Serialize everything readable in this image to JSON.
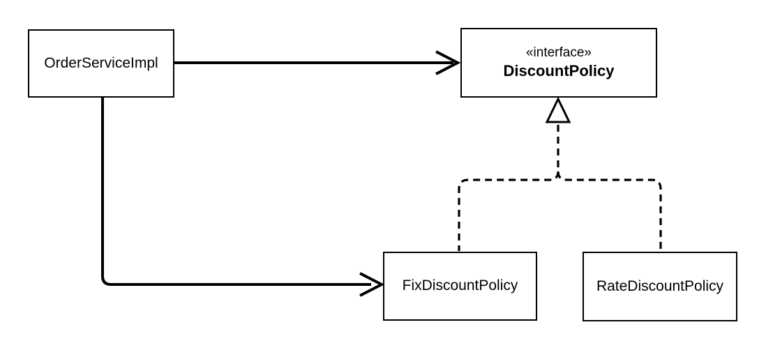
{
  "diagram": {
    "type": "uml-class-diagram",
    "colors": {
      "background": "#ffffff",
      "line": "#000000",
      "text": "#000000",
      "box_fill": "#ffffff"
    },
    "nodes": [
      {
        "id": "order-service-impl",
        "stereotype": "",
        "label": "OrderServiceImpl",
        "shape": "rectangle"
      },
      {
        "id": "discount-policy",
        "stereotype": "«interface»",
        "label": "DiscountPolicy",
        "shape": "rectangle"
      },
      {
        "id": "fix-discount-policy",
        "stereotype": "",
        "label": "FixDiscountPolicy",
        "shape": "rectangle"
      },
      {
        "id": "rate-discount-policy",
        "stereotype": "",
        "label": "RateDiscountPolicy",
        "shape": "rectangle"
      }
    ],
    "edges": [
      {
        "from": "OrderServiceImpl",
        "to": "DiscountPolicy",
        "type": "dependency",
        "line": "solid",
        "arrowhead": "open-v"
      },
      {
        "from": "OrderServiceImpl",
        "to": "FixDiscountPolicy",
        "type": "dependency",
        "line": "solid",
        "arrowhead": "open-v"
      },
      {
        "from": "FixDiscountPolicy",
        "to": "DiscountPolicy",
        "type": "realization",
        "line": "dashed",
        "arrowhead": "hollow-triangle"
      },
      {
        "from": "RateDiscountPolicy",
        "to": "DiscountPolicy",
        "type": "realization",
        "line": "dashed",
        "arrowhead": "hollow-triangle"
      }
    ]
  }
}
